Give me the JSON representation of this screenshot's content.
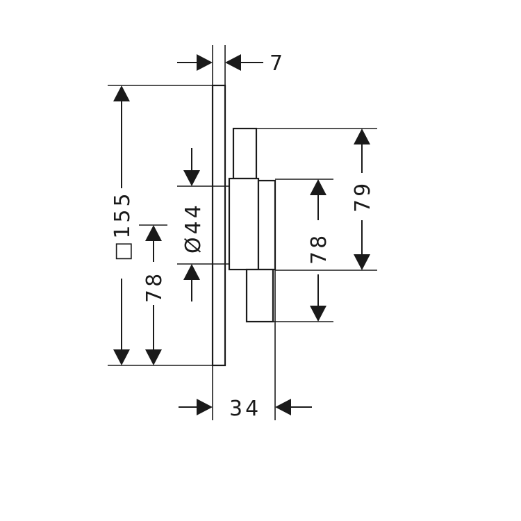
{
  "drawing": {
    "dimensions": {
      "plate_thickness": "7",
      "plate_size": "□155",
      "center_height_left": "78",
      "diameter": "Ø44",
      "cartridge_height": "79",
      "center_height_right": "78",
      "depth": "34"
    },
    "colors": {
      "line": "#1a1a1a",
      "background": "#ffffff"
    }
  }
}
